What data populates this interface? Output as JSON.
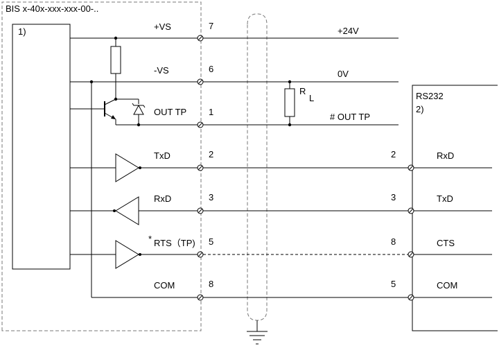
{
  "device": {
    "title": "BIS x-40x-xxx-xxx-00-..",
    "block_label": "1)"
  },
  "host": {
    "title": "RS232",
    "block_label": "2)"
  },
  "supply": {
    "vs_plus_label": "+VS",
    "vs_plus_pin": "7",
    "vs_plus_ext": "+24V",
    "vs_minus_label": "-VS",
    "vs_minus_pin": "6",
    "vs_minus_ext": "0V",
    "out_label": "OUT TP",
    "out_pin": "1",
    "out_ext": "# OUT TP",
    "load_label": "R",
    "load_sub": "L"
  },
  "signals": [
    {
      "left_label": "TxD",
      "left_pin": "2",
      "right_pin": "2",
      "right_label": "RxD"
    },
    {
      "left_label": "RxD",
      "left_pin": "3",
      "right_pin": "3",
      "right_label": "TxD"
    },
    {
      "left_label": "RTS（TP)",
      "left_pin": "5",
      "right_pin": "8",
      "right_label": "CTS",
      "mark": "*"
    },
    {
      "left_label": "COM",
      "left_pin": "8",
      "right_pin": "5",
      "right_label": "COM"
    }
  ]
}
